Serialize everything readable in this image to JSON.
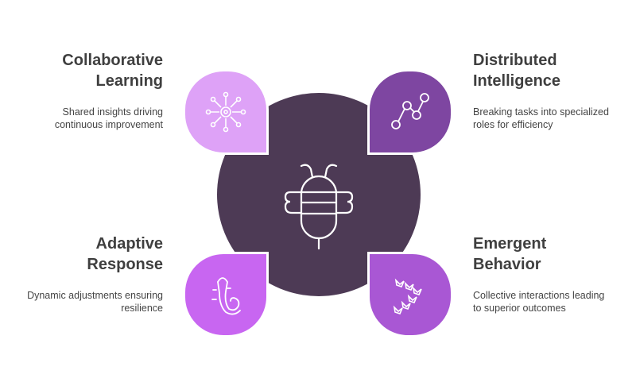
{
  "center": {
    "icon": "bee-icon",
    "color": "#4d3a55"
  },
  "items": [
    {
      "title_line1": "Collaborative",
      "title_line2": "Learning",
      "desc_line1": "Shared insights driving",
      "desc_line2": "continuous improvement",
      "icon": "network-hub-icon",
      "color": "#dea2f7"
    },
    {
      "title_line1": "Distributed",
      "title_line2": "Intelligence",
      "desc_line1": "Breaking tasks into specialized",
      "desc_line2": "roles for efficiency",
      "icon": "line-chart-nodes-icon",
      "color": "#7e46a1"
    },
    {
      "title_line1": "Adaptive",
      "title_line2": "Response",
      "desc_line1": "Dynamic adjustments ensuring",
      "desc_line2": "resilience",
      "icon": "salamander-icon",
      "color": "#c866f1"
    },
    {
      "title_line1": "Emergent",
      "title_line2": "Behavior",
      "desc_line1": "Collective interactions leading",
      "desc_line2": "to superior outcomes",
      "icon": "bird-flock-icon",
      "color": "#a957d4"
    }
  ]
}
